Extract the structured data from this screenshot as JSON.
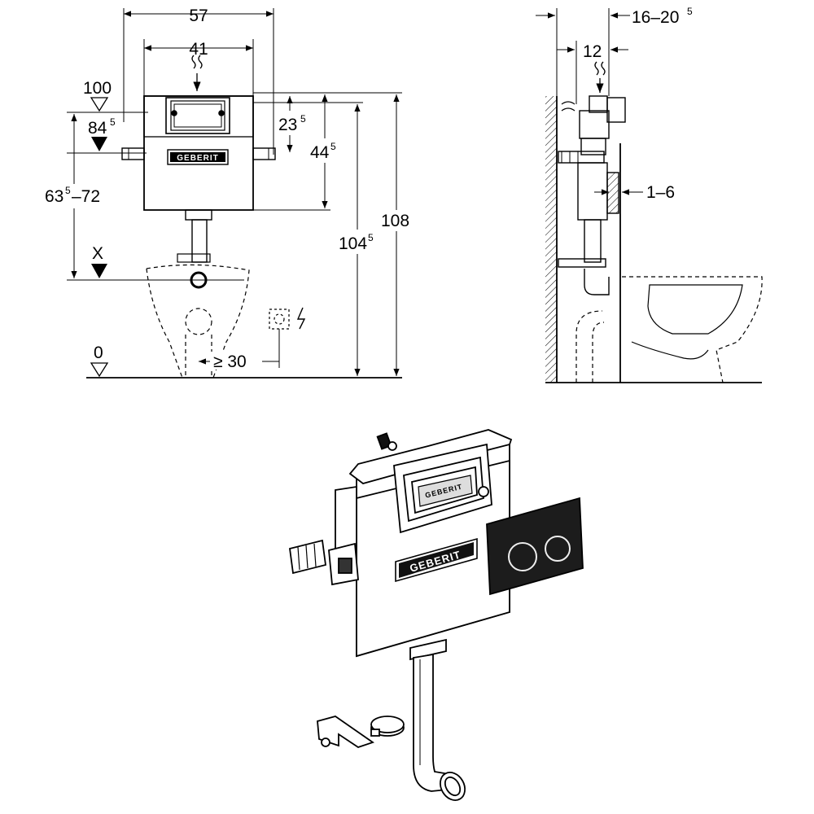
{
  "front_view": {
    "width_outer": "57",
    "width_inner": "41",
    "level_top": "100",
    "level_actuator": {
      "main": "84",
      "sup": "5"
    },
    "flush_range": {
      "a": "63",
      "sup": "5",
      "b": "–72"
    },
    "level_x": "X",
    "level_zero": "0",
    "offset_connection": {
      "main": "23",
      "sup": "5"
    },
    "cistern_height": {
      "main": "44",
      "sup": "5"
    },
    "height_mid": {
      "main": "104",
      "sup": "5"
    },
    "height_total": "108",
    "min_distance": "≥ 30"
  },
  "side_view": {
    "depth_range": {
      "a": "16–20",
      "sup": "5"
    },
    "depth_inner": "12",
    "cover_range": "1–6"
  },
  "product": {
    "brand": "GEBERIT",
    "brand_small": "GEBERIT"
  }
}
